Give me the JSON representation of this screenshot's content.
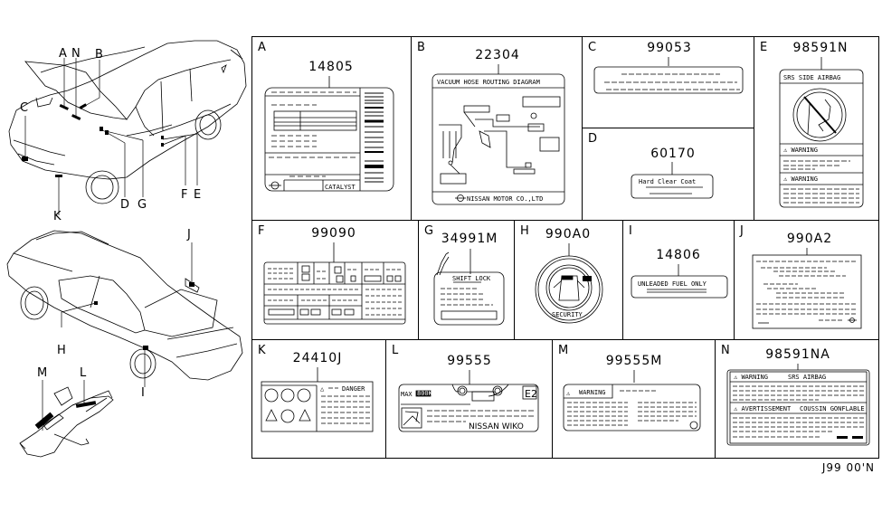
{
  "figure": {
    "title": "Label / Caution Plate Locations",
    "footer_code": "J99 00'N"
  },
  "vehicle_callouts": {
    "front_view": [
      "A",
      "N",
      "B",
      "C",
      "K",
      "D",
      "G",
      "F",
      "E"
    ],
    "rear_view": [
      "J",
      "H",
      "I"
    ],
    "jack": [
      "M",
      "L"
    ]
  },
  "cells": [
    {
      "letter": "A",
      "part_no": "14805",
      "label": {
        "type": "emission-control-info",
        "footer_text": "CATALYST",
        "logo": "nissan-logo"
      }
    },
    {
      "letter": "B",
      "part_no": "22304",
      "label": {
        "type": "vacuum-hose-diagram",
        "header": "VACUUM HOSE ROUTING DIAGRAM",
        "footer_text": "NISSAN MOTOR CO.,LTD",
        "logo": "nissan-logo"
      }
    },
    {
      "letter": "C",
      "part_no": "99053",
      "label": {
        "type": "text-plate"
      }
    },
    {
      "letter": "D",
      "part_no": "60170",
      "label": {
        "type": "text-plate",
        "header": "Hard Clear Coat"
      }
    },
    {
      "letter": "E",
      "part_no": "98591N",
      "label": {
        "type": "airbag-warning",
        "header": "SRS SIDE AIRBAG",
        "warning_1": "WARNING",
        "warning_2": "WARNING"
      }
    },
    {
      "letter": "F",
      "part_no": "99090",
      "label": {
        "type": "tire-placard"
      }
    },
    {
      "letter": "G",
      "part_no": "34991M",
      "label": {
        "type": "shift-lock-tag",
        "header": "SHIFT LOCK"
      }
    },
    {
      "letter": "H",
      "part_no": "990A0",
      "label": {
        "type": "security-decal",
        "ring_text": "SECURITY"
      }
    },
    {
      "letter": "I",
      "part_no": "14806",
      "label": {
        "type": "text-plate",
        "header": "UNLEADED FUEL ONLY"
      }
    },
    {
      "letter": "J",
      "part_no": "990A2",
      "label": {
        "type": "text-plate",
        "logo": "nissan-logo"
      }
    },
    {
      "letter": "K",
      "part_no": "24410J",
      "label": {
        "type": "battery-danger",
        "header": "DANGER"
      }
    },
    {
      "letter": "L",
      "part_no": "99555",
      "label": {
        "type": "jack-plate",
        "max_label": "MAX",
        "max_value": "800KG",
        "code": "E2",
        "footer_text": "NISSAN WIKO"
      }
    },
    {
      "letter": "M",
      "part_no": "99555M",
      "label": {
        "type": "jack-warning",
        "header": "WARNING"
      }
    },
    {
      "letter": "N",
      "part_no": "98591NA",
      "label": {
        "type": "airbag-warning-bilingual",
        "warning_en": "WARNING",
        "title_en": "SRS AIRBAG",
        "warning_fr": "AVERTISSEMENT",
        "title_fr": "COUSSIN GONFLABLE"
      }
    }
  ]
}
